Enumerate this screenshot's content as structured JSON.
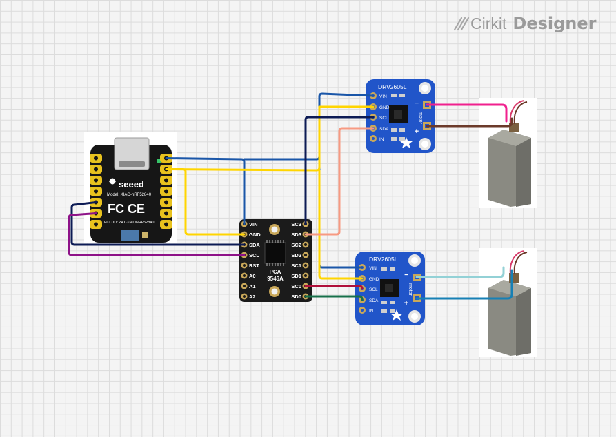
{
  "brand": {
    "name_prefix": "Cirkit",
    "name_suffix": "Designer",
    "icon": "cirkit-logo-icon"
  },
  "xiao": {
    "brand": "seeed",
    "model": "Model: XIAO-nRF52840",
    "fc": "FC",
    "ce": "CE",
    "fcc": "FCC ID: Z4T-XIAONRF52840"
  },
  "pca": {
    "title_line1": "PCA",
    "title_line2": "9546A",
    "left_pins": [
      "VIN",
      "GND",
      "SDA",
      "SCL",
      "RST",
      "A0",
      "A1",
      "A2"
    ],
    "right_pins": [
      "SC3",
      "SD3",
      "SC2",
      "SD2",
      "SC1",
      "SD1",
      "SC0",
      "SD0"
    ]
  },
  "drv1": {
    "title": "DRV2605L",
    "pins": [
      "VIN",
      "GND",
      "SCL",
      "SDA",
      "IN"
    ],
    "motor": "motor",
    "minus": "−",
    "plus": "+"
  },
  "drv2": {
    "title": "DRV2605L",
    "pins": [
      "VIN",
      "GND",
      "SCL",
      "SDA",
      "IN"
    ],
    "motor": "motor",
    "minus": "−",
    "plus": "+"
  },
  "wire_colors": {
    "blue": "#1a56a8",
    "yellow": "#ffd500",
    "navy": "#0d1b55",
    "purple": "#8e1288",
    "salmon": "#f79a82",
    "crimson": "#b0103a",
    "green": "#16704a",
    "pink": "#f0208e",
    "brown": "#6b3a2a",
    "lightblue": "#93d1d6",
    "teal": "#1780b5"
  },
  "board_colors": {
    "adafruit_blue": "#2155c9",
    "pca_black": "#1b1b1b",
    "xiao_black": "#161616"
  }
}
